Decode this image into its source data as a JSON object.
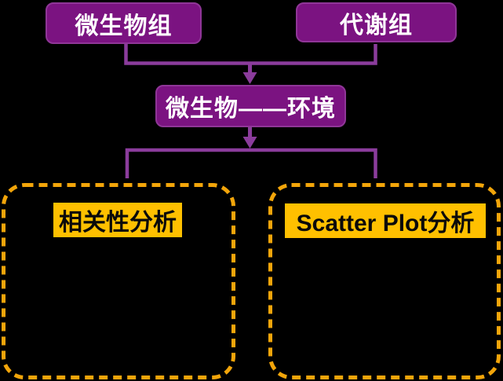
{
  "diagram": {
    "title": "microbiome-metabolome-environment-analysis-flow",
    "nodes": {
      "microbiome": {
        "label": "微生物组"
      },
      "metabolome": {
        "label": "代谢组"
      },
      "microbe_env": {
        "label": "微生物——环境"
      },
      "correlation": {
        "label": "相关性分析"
      },
      "scatter_plot": {
        "label": "Scatter Plot分析"
      }
    },
    "edges": [
      {
        "from": "microbiome",
        "to": "microbe_env",
        "arrow": true
      },
      {
        "from": "metabolome",
        "to": "microbe_env",
        "arrow": true
      },
      {
        "from": "microbe_env",
        "to": "correlation",
        "arrow": true
      },
      {
        "from": "microbe_env",
        "to": "scatter_plot",
        "arrow": true
      }
    ]
  },
  "colors": {
    "background": "#000000",
    "node_fill": "#7B1381",
    "node_edge": "#8F3697",
    "node_text": "#FFFFFF",
    "connector": "#8B3C9C",
    "dash_border": "#F2A50A",
    "highlight": "#FFC000",
    "highlight_text": "#0A0A0A"
  }
}
